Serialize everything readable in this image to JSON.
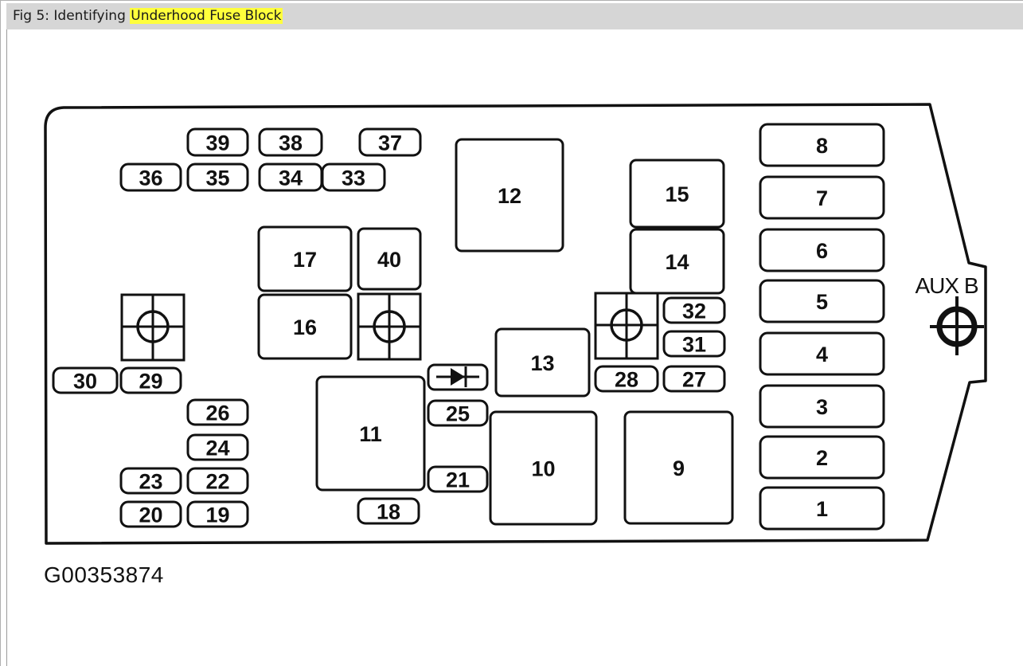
{
  "caption": {
    "prefix": "Fig 5: Identifying ",
    "highlight": "Underhood Fuse Block"
  },
  "figure_id": "G00353874",
  "aux_label": "AUX B",
  "highlight_color": "#ffff3c",
  "small_fuses": [
    "39",
    "38",
    "37",
    "36",
    "35",
    "34",
    "33",
    "30",
    "29",
    "26",
    "24",
    "23",
    "22",
    "20",
    "19",
    "18",
    "25",
    "21",
    "32",
    "31",
    "28",
    "27"
  ],
  "relays": [
    "12",
    "15",
    "14",
    "17",
    "40",
    "16",
    "13",
    "11",
    "10",
    "9"
  ],
  "maxi_fuses": [
    "8",
    "7",
    "6",
    "5",
    "4",
    "3",
    "2",
    "1"
  ]
}
